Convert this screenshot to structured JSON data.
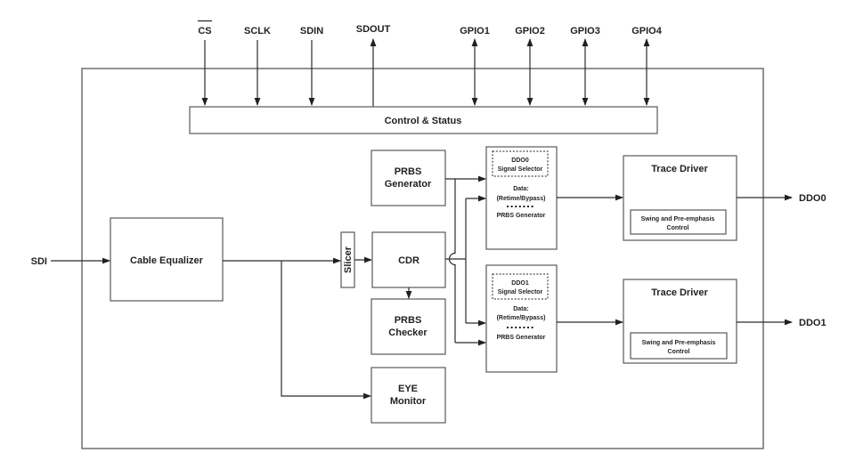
{
  "colors": {
    "background": "#ffffff",
    "box_border": "#58595b",
    "wire": "#2b2b2b",
    "text": "#231f20"
  },
  "pins": {
    "cs": "CS",
    "sclk": "SCLK",
    "sdin": "SDIN",
    "sdout": "SDOUT",
    "gpio1": "GPIO1",
    "gpio2": "GPIO2",
    "gpio3": "GPIO3",
    "gpio4": "GPIO4",
    "sdi": "SDI",
    "ddo0": "DDO0",
    "ddo1": "DDO1"
  },
  "blocks": {
    "control_status": {
      "label": "Control & Status"
    },
    "cable_equalizer": {
      "label": "Cable Equalizer"
    },
    "slicer": {
      "label": "Slicer"
    },
    "cdr": {
      "label": "CDR"
    },
    "prbs_generator": {
      "line1": "PRBS",
      "line2": "Generator"
    },
    "prbs_checker": {
      "line1": "PRBS",
      "line2": "Checker"
    },
    "eye_monitor": {
      "line1": "EYE",
      "line2": "Monitor"
    },
    "signal_selector_ddo0": {
      "header_line1": "DDO0",
      "header_line2": "Signal Selector",
      "data_line1": "Data:",
      "data_line2": "(Retime/Bypass)",
      "alt_input": "PRBS Generator"
    },
    "signal_selector_ddo1": {
      "header_line1": "DDO1",
      "header_line2": "Signal Selector",
      "data_line1": "Data:",
      "data_line2": "(Retime/Bypass)",
      "alt_input": "PRBS Generator"
    },
    "trace_driver_ddo0": {
      "title": "Trace Driver",
      "sub_line1": "Swing and Pre-emphasis",
      "sub_line2": "Control"
    },
    "trace_driver_ddo1": {
      "title": "Trace Driver",
      "sub_line1": "Swing and Pre-emphasis",
      "sub_line2": "Control"
    }
  }
}
